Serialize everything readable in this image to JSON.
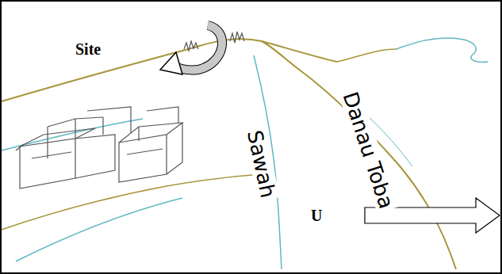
{
  "diagram": {
    "labels": [
      "Site",
      "Sawah",
      "Danau Toba",
      "U"
    ]
  }
}
